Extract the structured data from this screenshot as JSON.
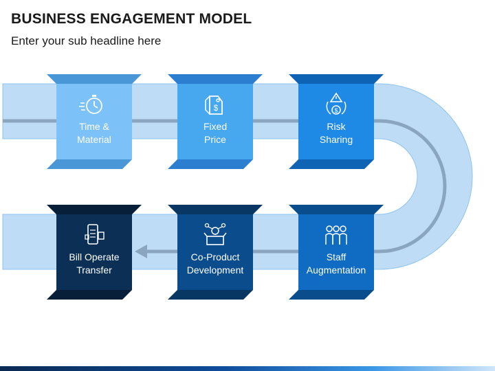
{
  "title": "BUSINESS ENGAGEMENT MODEL",
  "subtitle": "Enter your sub headline here",
  "colors": {
    "track_fill": "#bfdcf7",
    "track_line": "#8aa6bf",
    "arrow": "#8aa6bf"
  },
  "steps": [
    {
      "line1": "Time &",
      "line2": "Material",
      "icon": "stopwatch-icon",
      "color": "#7cc1f7",
      "dark": "#4a97d8"
    },
    {
      "line1": "Fixed",
      "line2": "Price",
      "icon": "price-tag-icon",
      "color": "#47a8f0",
      "dark": "#2c7ed0"
    },
    {
      "line1": "Risk",
      "line2": "Sharing",
      "icon": "risk-money-icon",
      "color": "#1f8ae6",
      "dark": "#0f63b5"
    },
    {
      "line1": "Staff",
      "line2": "Augmentation",
      "icon": "team-icon",
      "color": "#0f6cc2",
      "dark": "#0a4d8c"
    },
    {
      "line1": "Co-Product",
      "line2": "Development",
      "icon": "product-box-icon",
      "color": "#0b4c8c",
      "dark": "#083763"
    },
    {
      "line1": "Bill Operate",
      "line2": "Transfer",
      "icon": "mobile-document-icon",
      "color": "#0b2f55",
      "dark": "#071f39"
    }
  ]
}
